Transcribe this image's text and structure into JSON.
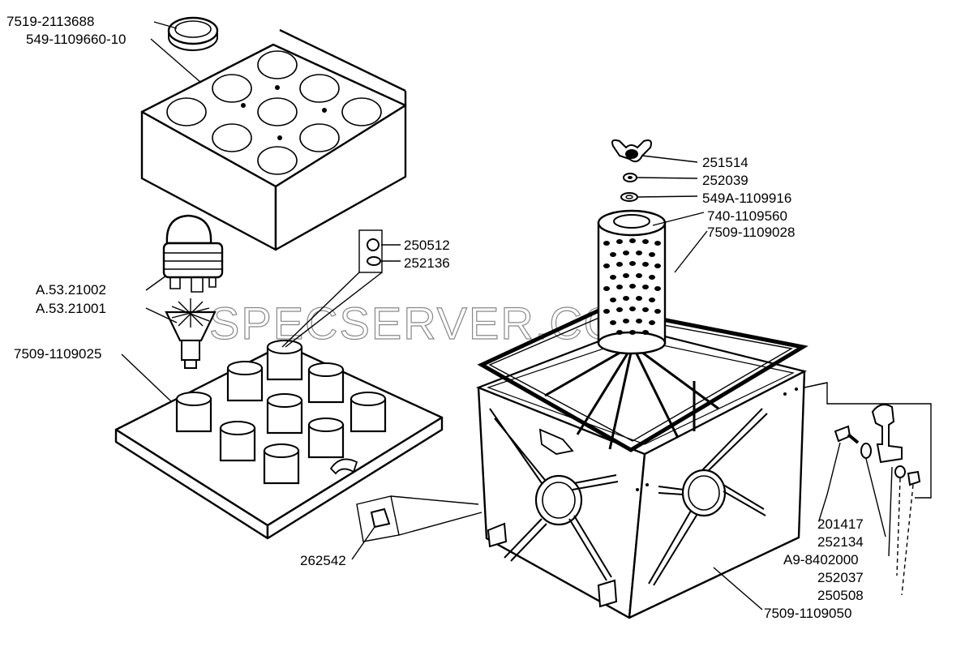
{
  "watermark": "SPECSERVER.COM",
  "labels": {
    "l1": "7519-2113688",
    "l2": "549-1109660-10",
    "l3": "A.53.21002",
    "l4": "A.53.21001",
    "l5": "7509-1109025",
    "l6": "250512",
    "l7": "252136",
    "l8": "262542",
    "l9": "251514",
    "l10": "252039",
    "l11": "549A-1109916",
    "l12": "740-1109560",
    "l13": "7509-1109028",
    "l14": "201417",
    "l15": "252134",
    "l16": "A9-8402000",
    "l17": "252037",
    "l18": "250508",
    "l19": "7509-1109050"
  }
}
